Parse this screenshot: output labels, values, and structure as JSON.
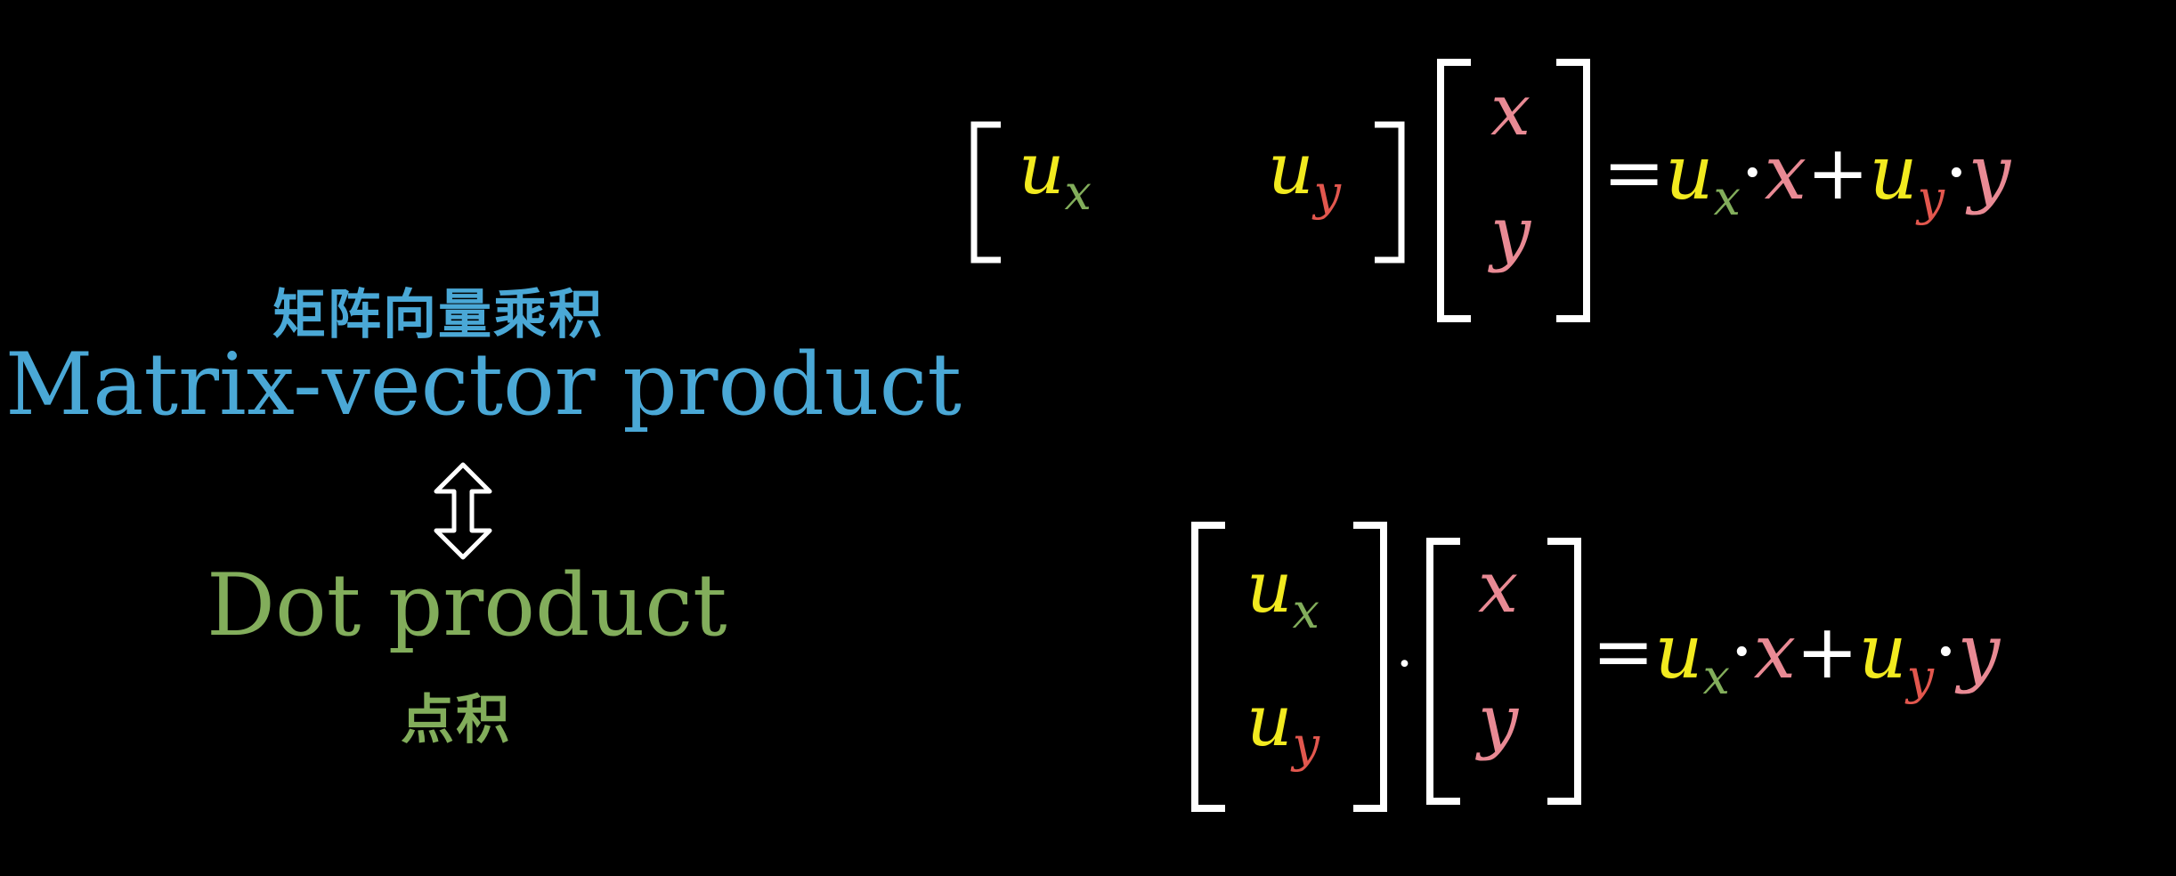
{
  "colors": {
    "background": "#000000",
    "blue": "#4aa8d6",
    "green": "#82ad5b",
    "yellow": "#f2ea1f",
    "pink": "#e98a94",
    "red": "#e2574e",
    "white": "#ffffff"
  },
  "left": {
    "matrix_vector_zh": "矩阵向量乘积",
    "matrix_vector_en": "Matrix-vector product",
    "equivalence_symbol": "⇕",
    "dot_product_en": "Dot product",
    "dot_product_zh": "点积"
  },
  "eq1": {
    "u": "u",
    "sub_x": "x",
    "sub_y": "y",
    "x": "x",
    "y": "y",
    "equals": "=",
    "plus": "+",
    "dot": "·"
  },
  "eq2": {
    "u": "u",
    "sub_x": "x",
    "sub_y": "y",
    "x": "x",
    "y": "y",
    "dot_between": "·",
    "equals": "=",
    "plus": "+",
    "dot": "·"
  },
  "icons": {
    "equivalence": "double-vertical-arrow-icon"
  }
}
